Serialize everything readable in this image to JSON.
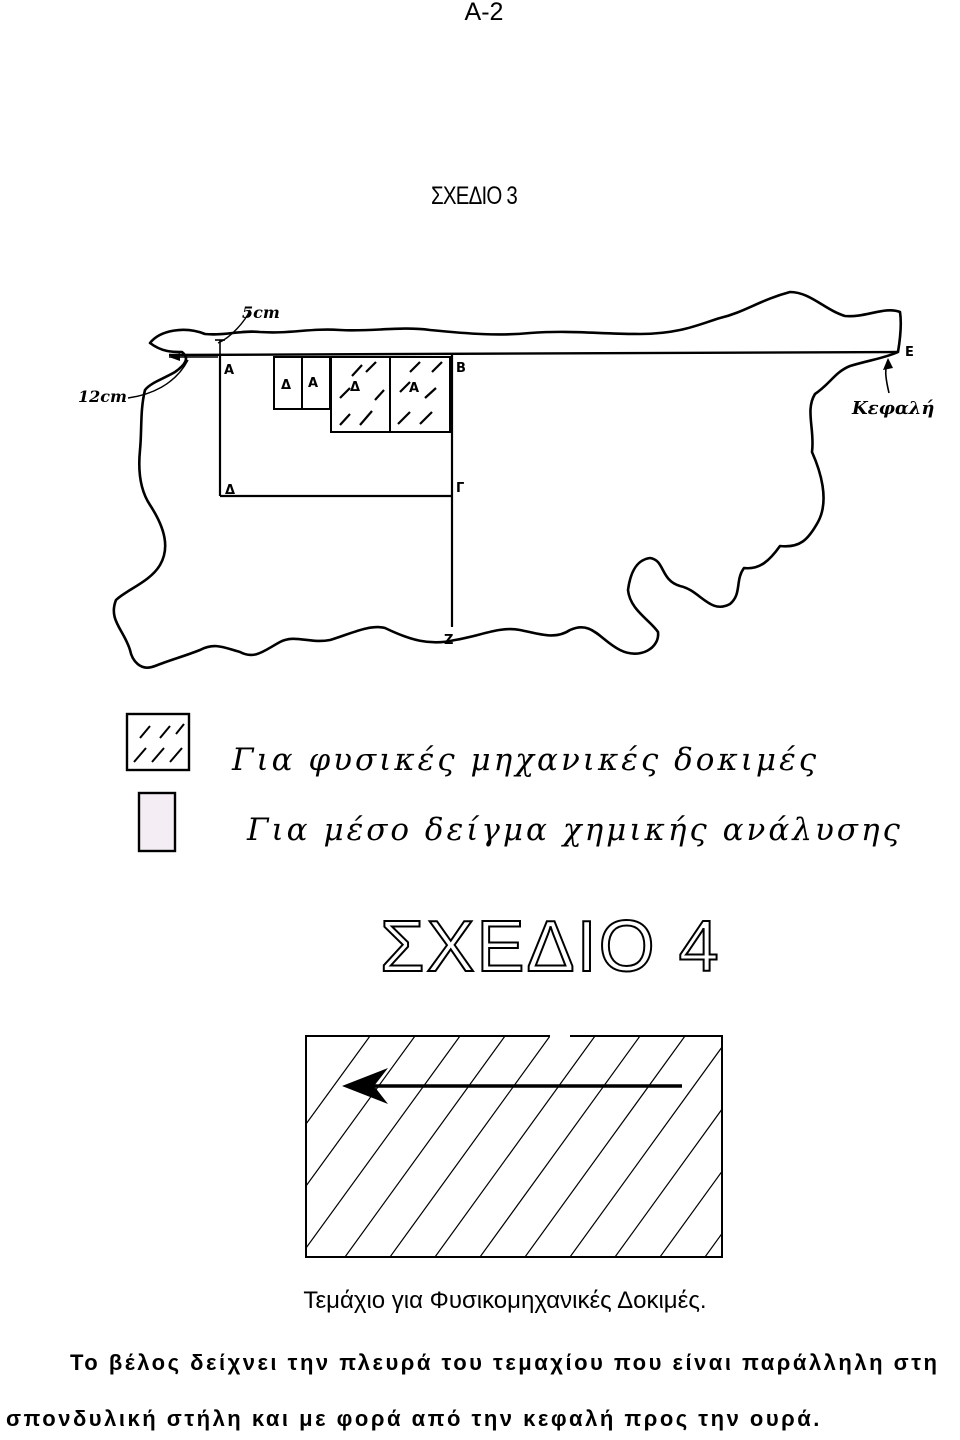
{
  "page_number": "A-2",
  "diagram3": {
    "title": "ΣΧΕΔΙΟ 3",
    "labels": {
      "A": "A",
      "B": "B",
      "G": "Γ",
      "D": "Δ",
      "E": "E",
      "Z": "Z",
      "small_d": "Δ",
      "small_a": "A",
      "hatched_d": "Δ",
      "hatched_a": "A",
      "dim_5cm": "5cm",
      "dim_12cm": "12cm",
      "head": "Κεφαλή"
    },
    "legend": [
      {
        "pattern": "hatched",
        "text": "Για φυσικές μηχανικές δοκιμές"
      },
      {
        "pattern": "plain",
        "text": "Για μέσο δείγμα χημικής ανάλυσης"
      }
    ]
  },
  "diagram4": {
    "title": "ΣΧΕΔΙΟ 4",
    "caption": "Τεμάχιο για Φυσικομηχανικές Δοκιμές.",
    "note_line1": "Το βέλος δείχνει την πλευρά του τεμαχίου που είναι παράλληλη στη",
    "note_line2": "σπονδυλική στήλη και με φορά από την κεφαλή προς την ουρά."
  },
  "colors": {
    "ink": "#000000",
    "legend_plain_fill": "#f4eef4",
    "legend_hatched_fill": "#ffffff"
  }
}
